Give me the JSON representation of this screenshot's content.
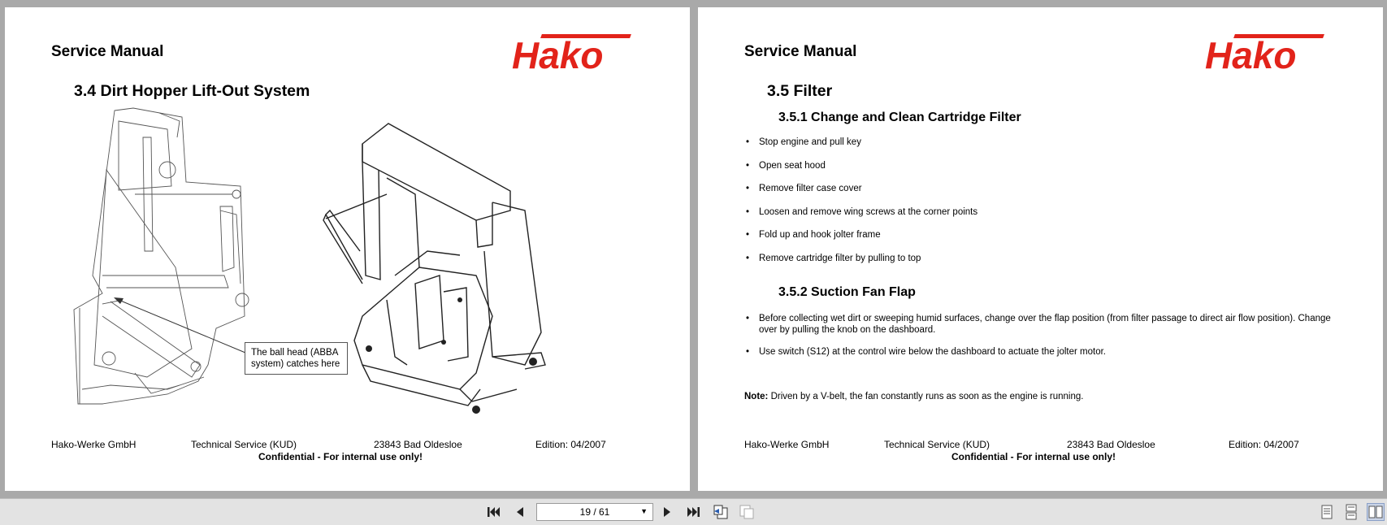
{
  "left_page": {
    "header": "Service Manual",
    "logo": "Hako",
    "section_title": "3.4 Dirt Hopper Lift-Out System",
    "callout": "The ball head (ABBA system) catches here",
    "footer": {
      "company": "Hako-Werke GmbH",
      "dept": "Technical Service (KUD)",
      "address": "23843 Bad Oldesloe",
      "edition": "Edition: 04/2007",
      "confidential": "Confidential - For internal use only!"
    }
  },
  "right_page": {
    "header": "Service Manual",
    "logo": "Hako",
    "section_title": "3.5 Filter",
    "sub1": "3.5.1 Change and Clean Cartridge Filter",
    "sub1_items": [
      "Stop engine and pull key",
      "Open seat hood",
      "Remove filter case cover",
      "Loosen and remove wing screws at the corner points",
      "Fold up and hook jolter frame",
      "Remove cartridge filter by pulling to top"
    ],
    "sub2": "3.5.2 Suction Fan Flap",
    "sub2_items": [
      "Before collecting wet dirt or sweeping humid surfaces, change over the flap position (from filter passage to direct air flow position). Change over by pulling the knob on the dashboard.",
      "Use switch (S12) at the control wire below the dashboard to actuate the jolter motor."
    ],
    "note_label": "Note:",
    "note_text": " Driven by a V-belt, the fan constantly runs as soon as the engine is running.",
    "footer": {
      "company": "Hako-Werke GmbH",
      "dept": "Technical Service (KUD)",
      "address": "23843 Bad Oldesloe",
      "edition": "Edition: 04/2007",
      "confidential": "Confidential - For internal use only!"
    }
  },
  "toolbar": {
    "page_indicator": "19 / 61"
  },
  "colors": {
    "logo_red": "#e2231a",
    "background": "#a9a9a9",
    "toolbar": "#e3e3e3"
  }
}
